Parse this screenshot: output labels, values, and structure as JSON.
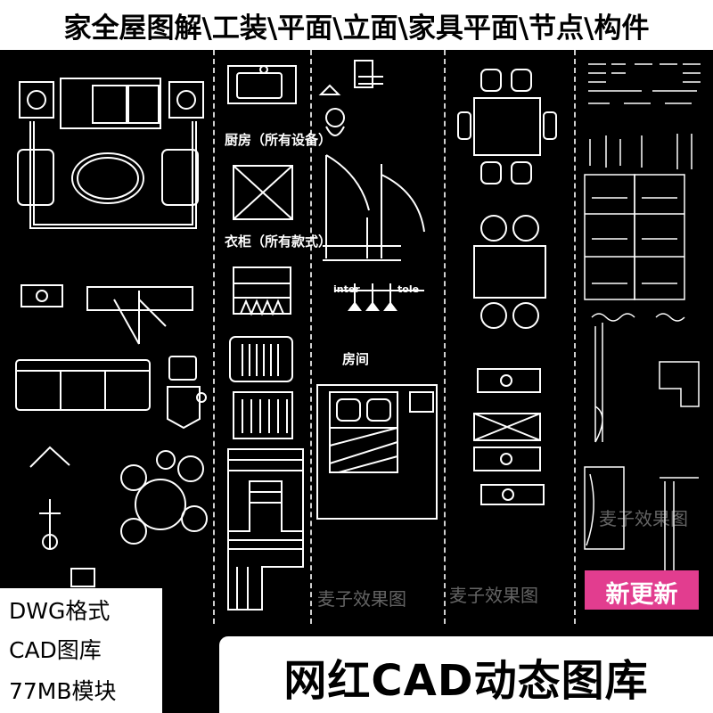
{
  "header": {
    "title": "家全屋图解\\工装\\平面\\立面\\家具平面\\节点\\构件"
  },
  "drawing": {
    "labels": {
      "kitchen": "厨房（所有设备）",
      "wardrobe": "衣柜（所有款式）",
      "room": "房间",
      "inter": "inter",
      "tole": "tole"
    },
    "watermarks": [
      "麦子效果图",
      "麦子效果图",
      "麦子效果图"
    ]
  },
  "badge": {
    "label": "新更新"
  },
  "format_box": {
    "line1": "DWG格式",
    "line2": "CAD图库",
    "line3": "77MB模块"
  },
  "footer": {
    "title": "网红CAD动态图库"
  },
  "colors": {
    "background": "#000000",
    "line": "#ffffff",
    "badge": "#e23d8f",
    "banner": "#ffffff"
  }
}
